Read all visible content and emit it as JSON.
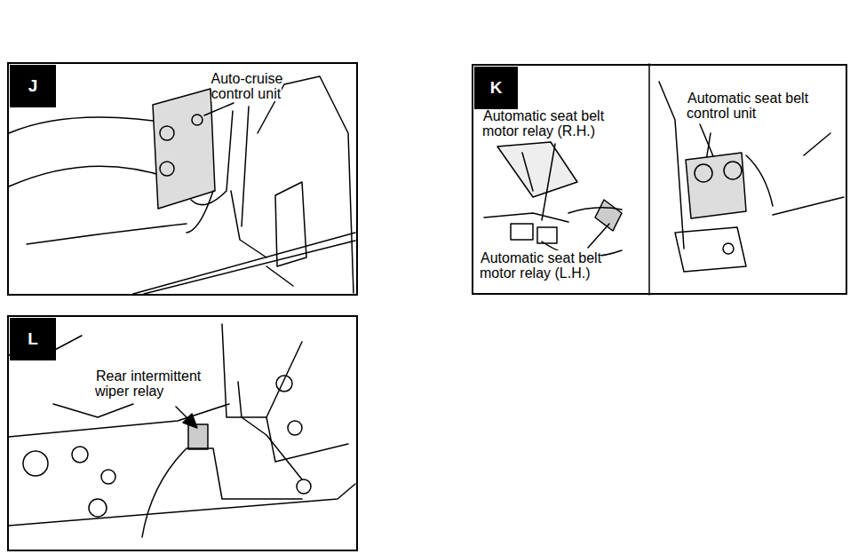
{
  "diagram": {
    "nodes": [
      {
        "text": [
          "Auto-cruise control unit"
        ]
      },
      {
        "text": [
          "J"
        ],
        "in": 0
      },
      {
        "text": [
          "Automatic seat belt motor relay (R.H.)",
          "Automatic seat belt motor relay (L.H.)",
          "Automatic seat belt control unit"
        ]
      },
      {
        "text": [
          "K"
        ],
        "in": 2
      },
      {
        "text": [
          "Rear intermittent wiper relay"
        ]
      },
      {
        "text": [
          "L"
        ],
        "in": 4
      }
    ]
  }
}
